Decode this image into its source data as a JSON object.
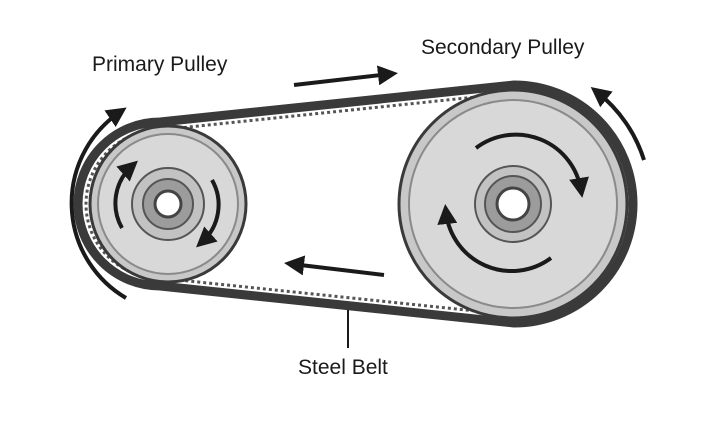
{
  "labels": {
    "primary_pulley": "Primary Pulley",
    "secondary_pulley": "Secondary Pulley",
    "steel_belt": "Steel Belt"
  },
  "icons": {
    "belt_direction": [
      "arrow-right-icon",
      "arrow-left-icon"
    ],
    "rotation": [
      "curved-arrow-icon"
    ]
  },
  "colors": {
    "line": "#1a1a1a",
    "belt": "#3d3d3d",
    "pulley_rim": "#c8c8c8",
    "pulley_face": "#d9d9d9",
    "hub": "#9c9c9c"
  }
}
